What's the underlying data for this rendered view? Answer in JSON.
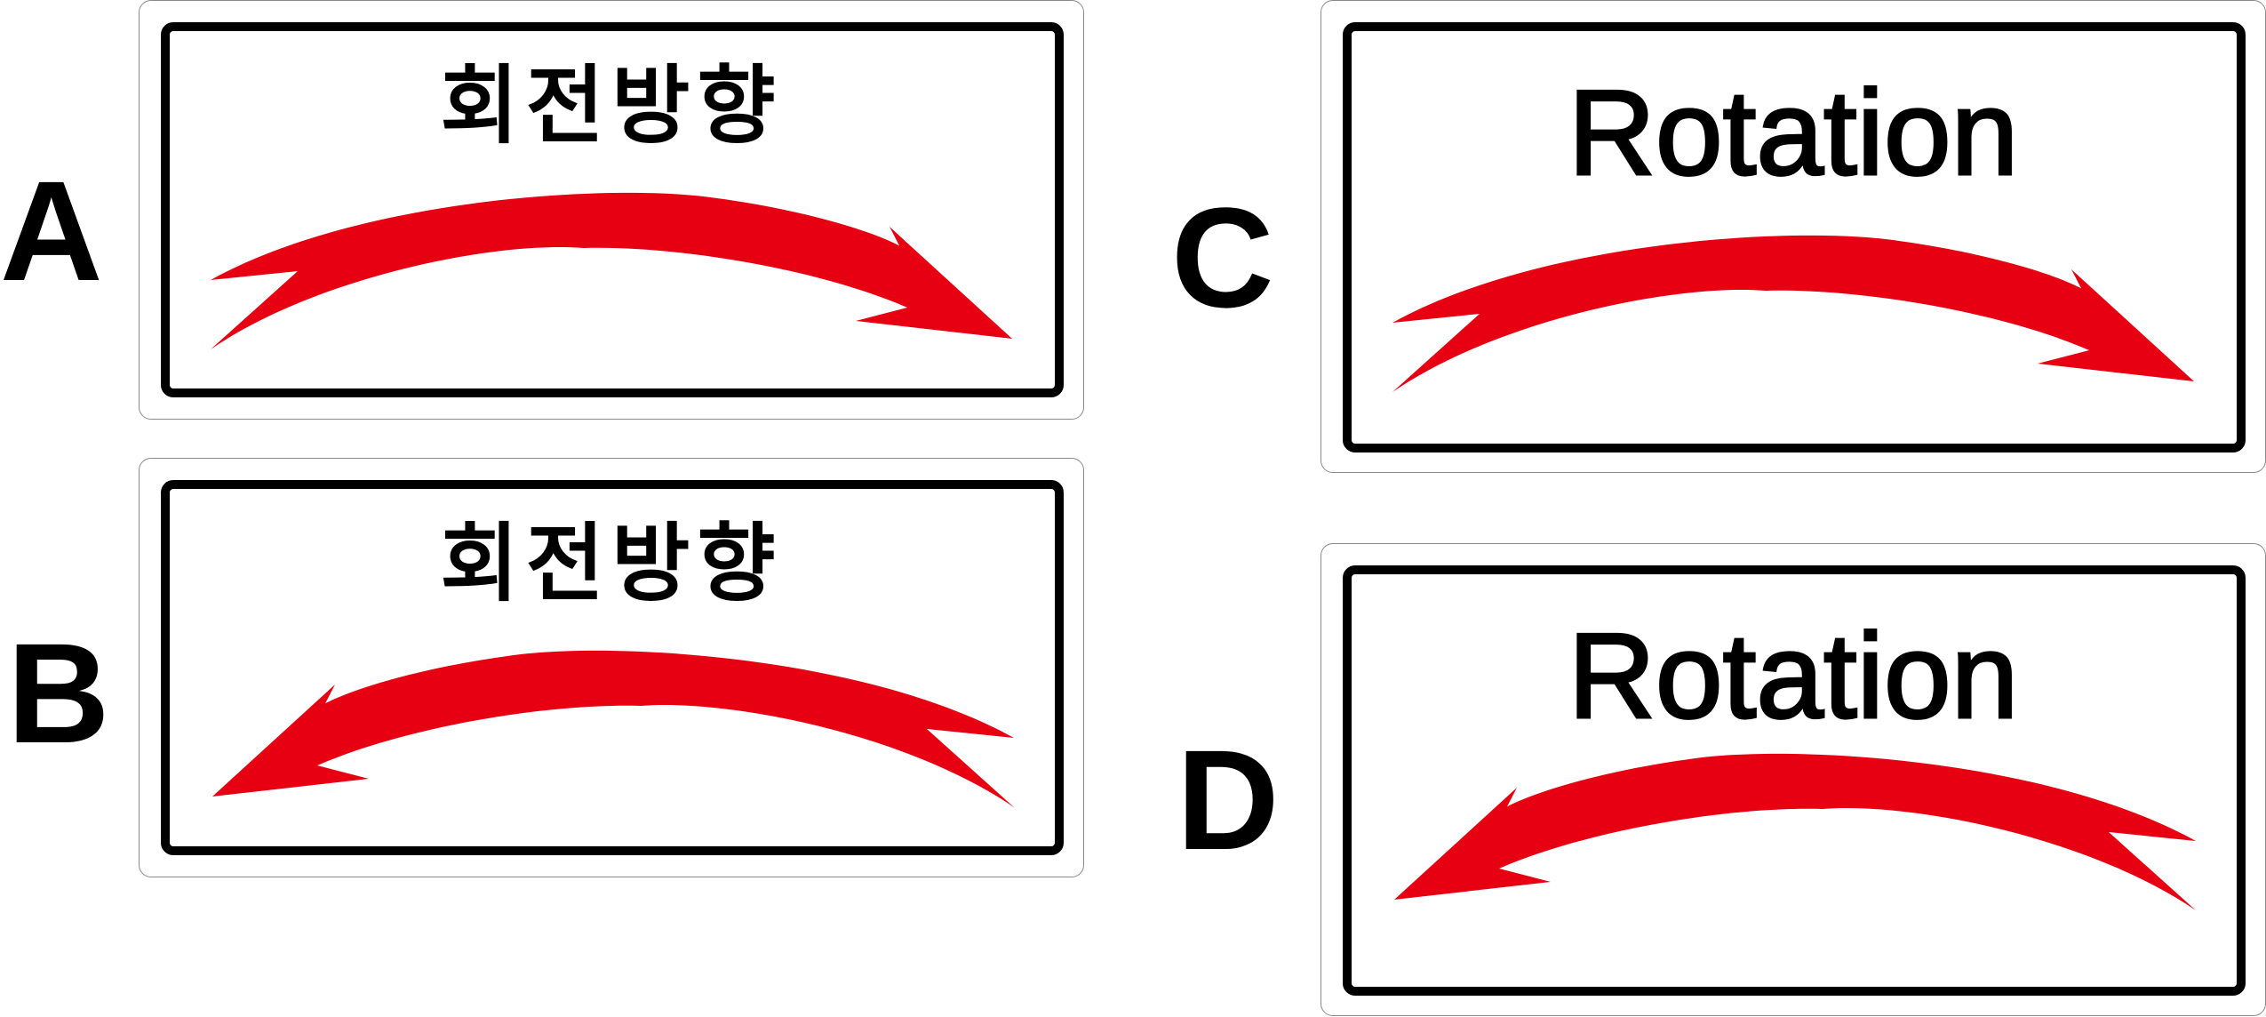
{
  "labels": {
    "a": "A",
    "b": "B",
    "c": "C",
    "d": "D"
  },
  "signs": {
    "a": {
      "title": "회전방향",
      "arrow": "arrow-right-icon"
    },
    "b": {
      "title": "회전방향",
      "arrow": "arrow-left-icon"
    },
    "c": {
      "title": "Rotation",
      "arrow": "arrow-right-icon"
    },
    "d": {
      "title": "Rotation",
      "arrow": "arrow-left-icon"
    }
  },
  "colors": {
    "arrow": "#e60012",
    "frame": "#000000",
    "background": "#ffffff"
  }
}
